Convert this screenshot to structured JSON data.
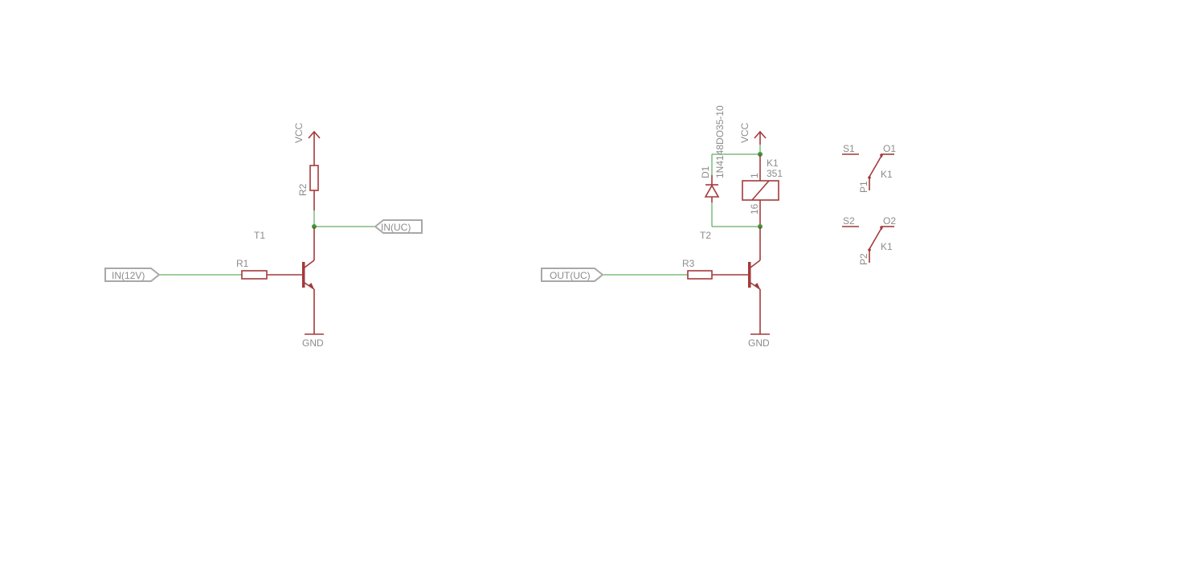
{
  "labels": {
    "vcc": "VCC",
    "gnd": "GND",
    "r1": "R1",
    "r2": "R2",
    "r3": "R3",
    "t1": "T1",
    "t2": "T2",
    "d1": "D1",
    "d1_value": "1N4148DO35-10",
    "k1": "K1",
    "k1_value": "351",
    "pin1": "1",
    "pin16": "16",
    "s1": "S1",
    "o1": "O1",
    "p1": "P1",
    "s2": "S2",
    "o2": "O2",
    "p2": "P2"
  },
  "ports": {
    "in_12v": "IN(12V)",
    "in_uc": "IN(UC)",
    "out_uc": "OUT(UC)"
  },
  "colors": {
    "wire": "#3c9a3c",
    "part": "#a33a3a",
    "text": "#8c8c8c",
    "port_outline": "#a8a8a8"
  }
}
